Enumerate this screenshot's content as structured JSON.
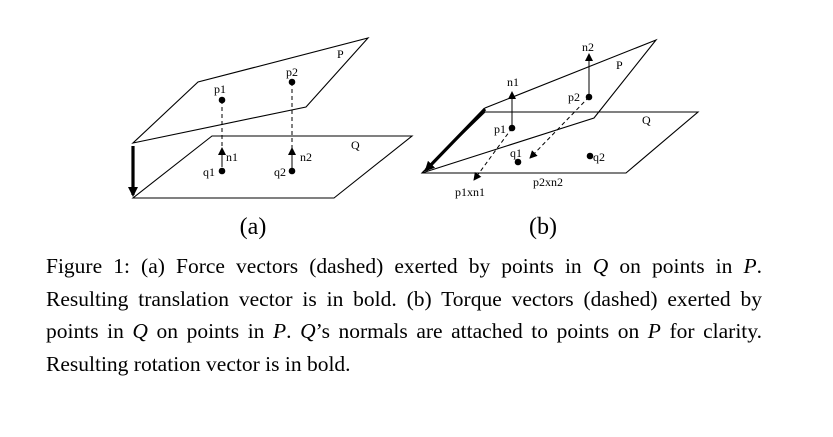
{
  "panel_a": {
    "sublabel": "(a)",
    "plane_p": "P",
    "plane_q": "Q",
    "points": [
      "p1",
      "p2",
      "q1",
      "q2"
    ],
    "normals": [
      "n1",
      "n2"
    ]
  },
  "panel_b": {
    "sublabel": "(b)",
    "plane_p": "P",
    "plane_q": "Q",
    "points": [
      "p1",
      "p2",
      "q1",
      "q2"
    ],
    "normals": [
      "n1",
      "n2"
    ],
    "torques": [
      "p1xn1",
      "p2xn2"
    ]
  },
  "caption": {
    "lead": "Figure 1:",
    "s1": "(a) Force vectors (dashed) exerted by points in",
    "Q": "Q",
    "s2": "on points in",
    "P": "P",
    "s3": ". Resulting translation vector is in bold. (b) Torque vectors (dashed) exerted by points in",
    "s4": "on points in",
    "s5": ".",
    "s6": "’s normals are attached to points on",
    "s7": "for clarity. Resulting rotation vector is in bold."
  }
}
